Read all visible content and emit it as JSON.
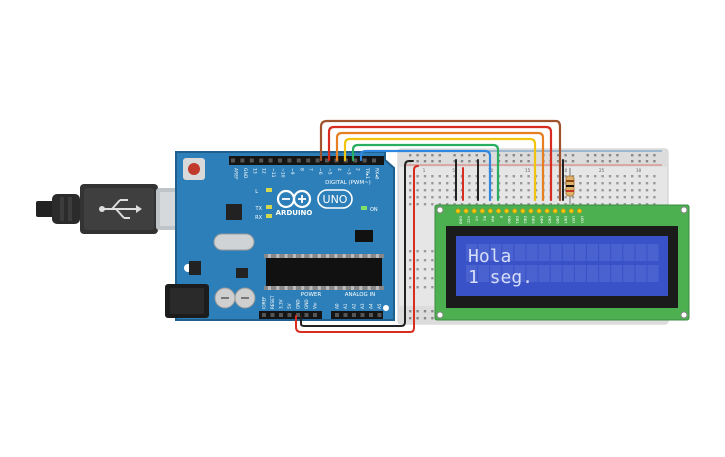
{
  "arduino": {
    "brand": "ARDUINO",
    "model": "UNO",
    "digital_label": "DIGITAL (PWM~)",
    "analog_label": "ANALOG IN",
    "power_label": "POWER",
    "on_label": "ON",
    "led_l": "L",
    "led_tx": "TX",
    "led_rx": "RX",
    "digital_pins": [
      "AREF",
      "GND",
      "13",
      "12",
      "~11",
      "~10",
      "~9",
      "8",
      "7",
      "~6",
      "~5",
      "4",
      "~3",
      "2",
      "TX▸1",
      "RX◂0"
    ],
    "power_pins": [
      "IOREF",
      "RESET",
      "3.3V",
      "5V",
      "GND",
      "GND",
      "Vin"
    ],
    "analog_pins": [
      "A0",
      "A1",
      "A2",
      "A3",
      "A4",
      "A5"
    ]
  },
  "lcd": {
    "line1": "Hola",
    "line2": "1 seg.",
    "backlight_color": "#3a52c7",
    "text_color": "#d6def8",
    "pin_labels": [
      "GND",
      "VCC",
      "V0",
      "RS",
      "RW",
      "E",
      "DB0",
      "DB1",
      "DB2",
      "DB3",
      "DB4",
      "DB5",
      "DB6",
      "DB7",
      "LED",
      "LED"
    ]
  },
  "breadboard": {
    "column_numbers": [
      "1",
      "",
      "",
      "",
      "5",
      "",
      "",
      "",
      "",
      "10",
      "",
      "",
      "",
      "",
      "15",
      "",
      "",
      "",
      "",
      "20",
      "",
      "",
      "",
      "",
      "25",
      "",
      "",
      "",
      "",
      "30"
    ]
  },
  "colors": {
    "board_blue": "#2c7fb8",
    "board_dark": "#1f5f8c",
    "pcb_green": "#4caf50",
    "wire_red": "#d62d20",
    "wire_black": "#222222",
    "wire_orange": "#e67e22",
    "wire_yellow": "#f1c40f",
    "wire_green": "#27ae60",
    "wire_blue": "#2e86de",
    "wire_brown": "#a0522d"
  }
}
